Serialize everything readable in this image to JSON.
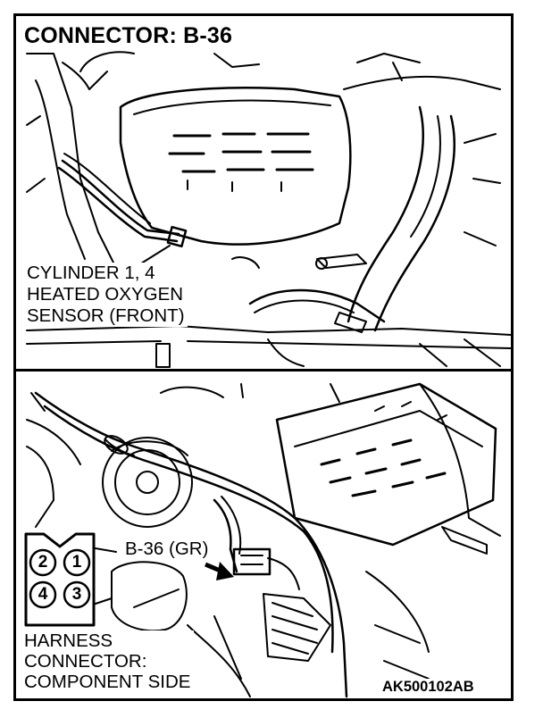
{
  "title": "CONNECTOR: B-36",
  "top_callout": {
    "line1": "CYLINDER 1, 4",
    "line2": "HEATED OXYGEN",
    "line3": "SENSOR (FRONT)"
  },
  "connector_callout": "B-36 (GR)",
  "harness_label": {
    "line1": "HARNESS",
    "line2": "CONNECTOR:",
    "line3": "COMPONENT SIDE"
  },
  "pins": [
    "2",
    "1",
    "4",
    "3"
  ],
  "figure_code": "AK500102AB",
  "icons": {
    "arrow": "arrow-pointer-icon",
    "connector_face": "connector-face-icon"
  },
  "colors": {
    "line": "#000000",
    "background": "#ffffff"
  }
}
